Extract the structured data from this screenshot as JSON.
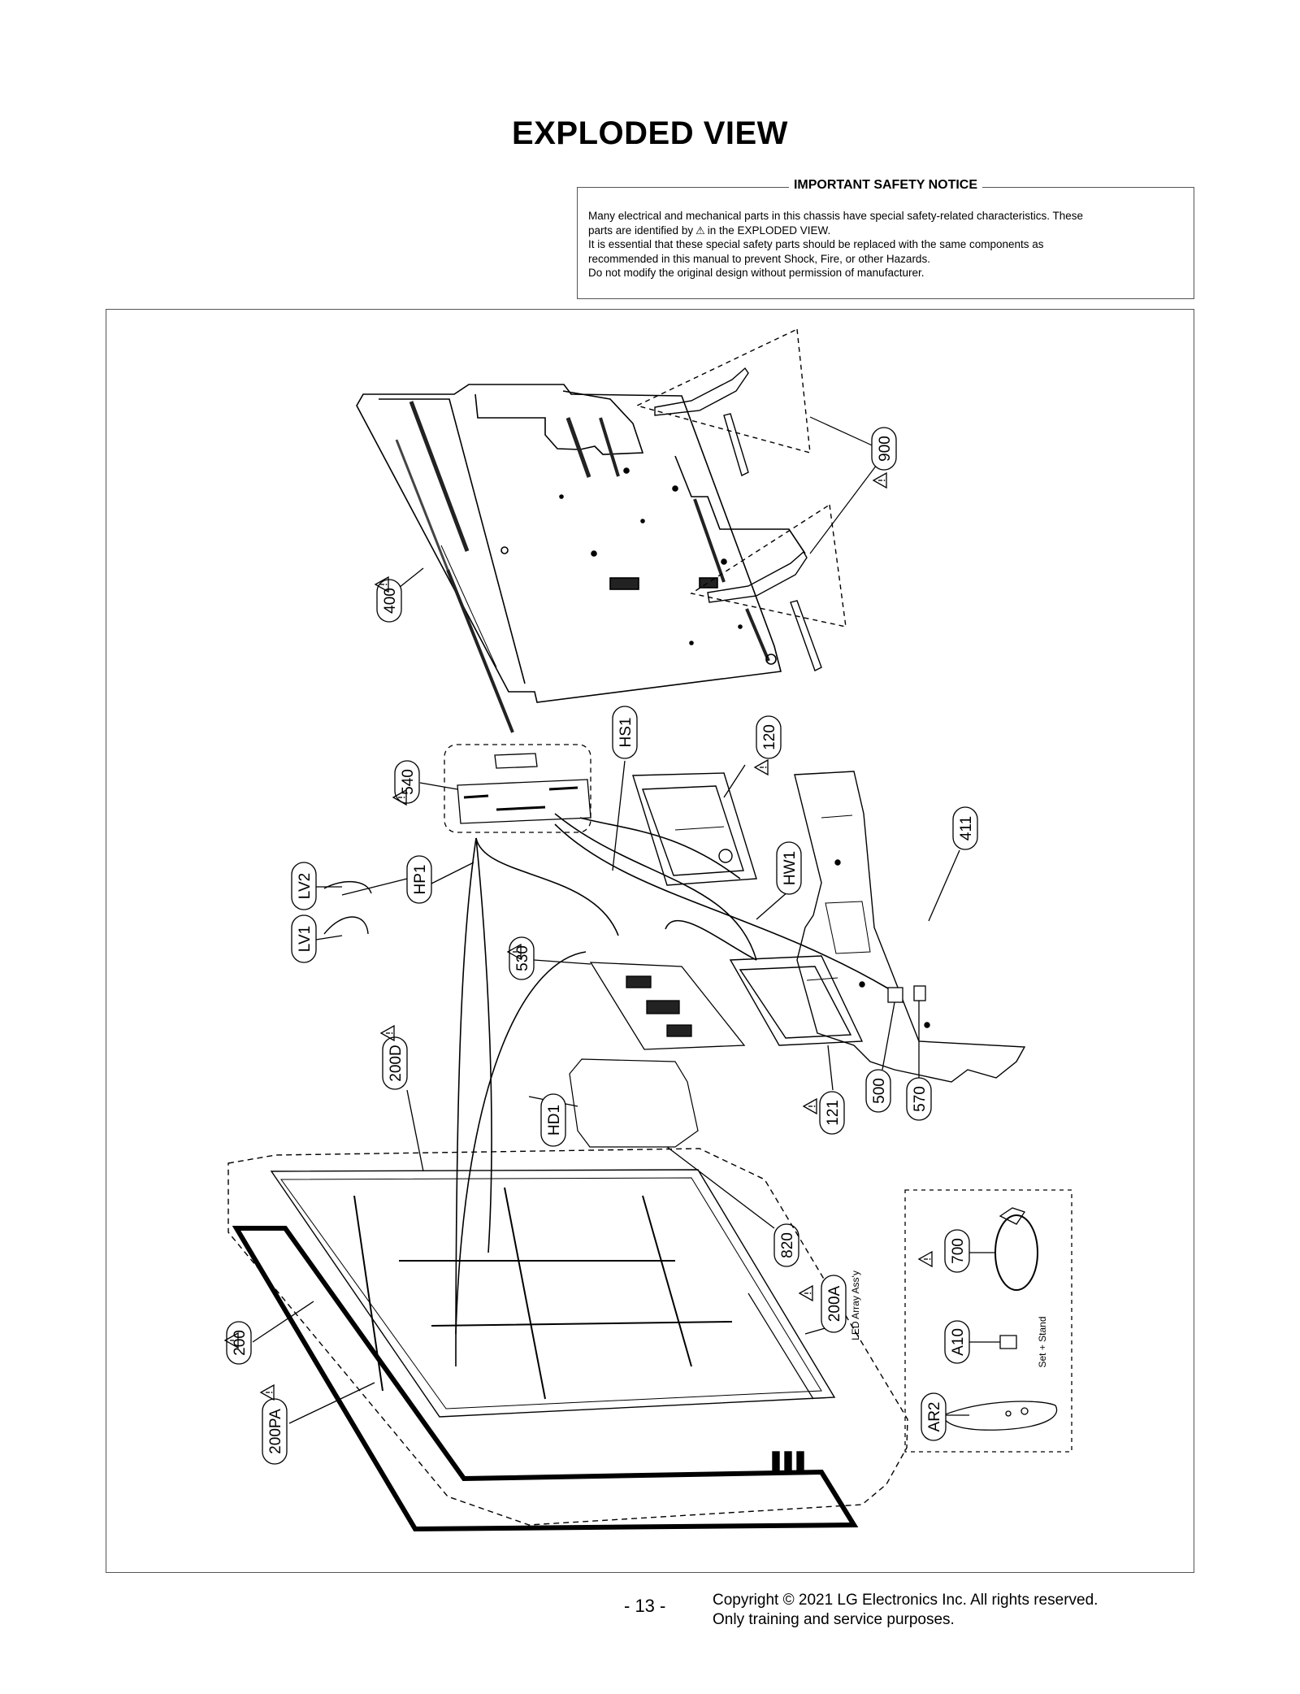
{
  "page_title": "EXPLODED VIEW",
  "notice": {
    "title": "IMPORTANT SAFETY NOTICE",
    "line1": "Many electrical and mechanical parts in this chassis have special safety-related characteristics. These",
    "line2a": "parts are identified by",
    "line2b": "in the EXPLODED VIEW.",
    "line3": "It is essential that these special safety parts should be replaced with the same components as",
    "line4": "recommended in this manual to prevent Shock, Fire, or other Hazards.",
    "line5": "Do not modify the original design without permission of manufacturer."
  },
  "callouts": {
    "c900": "900",
    "c400": "400",
    "c120": "120",
    "cHS1": "HS1",
    "c540": "540",
    "c411": "411",
    "cLV2": "LV2",
    "cLV1": "LV1",
    "cHP1": "HP1",
    "cHW1": "HW1",
    "c530": "530",
    "c200D": "200D",
    "cHD1": "HD1",
    "c500": "500",
    "c570": "570",
    "c121": "121",
    "c820": "820",
    "c700": "700",
    "c200A": "200A",
    "cA10": "A10",
    "cAR2": "AR2",
    "c200": "200",
    "c200PA": "200PA"
  },
  "led_label": "LED Array Ass'y",
  "set_stand_label": "Set + Stand",
  "footer": {
    "page_number": "- 13 -",
    "copyright": "Copyright © 2021 LG Electronics Inc. All rights reserved.",
    "purpose": "Only training and service purposes."
  },
  "colors": {
    "line": "#000000",
    "frame": "#555555"
  },
  "icons": {
    "safety": "warning-triangle-icon"
  }
}
